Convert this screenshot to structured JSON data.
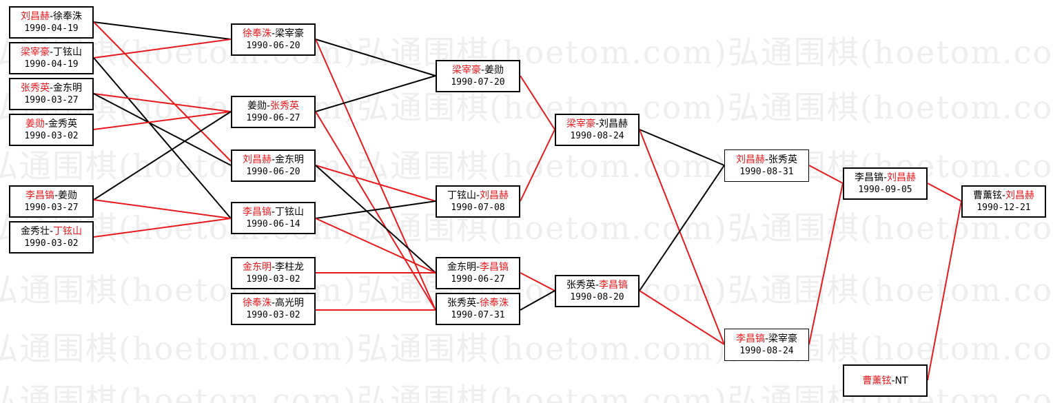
{
  "watermark": "弘通围棋(hoetom.com)",
  "colors": {
    "winner": "#e8191c",
    "loser_line": "#000000",
    "winner_line": "#e8191c"
  },
  "round1": [
    {
      "p1": "刘昌赫",
      "p2": "徐奉洙",
      "winner": 1,
      "date": "1990-04-19"
    },
    {
      "p1": "梁宰豪",
      "p2": "丁铉山",
      "winner": 1,
      "date": "1990-04-19"
    },
    {
      "p1": "张秀英",
      "p2": "金东明",
      "winner": 1,
      "date": "1990-03-27"
    },
    {
      "p1": "姜勋",
      "p2": "金秀英",
      "winner": 1,
      "date": "1990-03-02"
    },
    {
      "p1": "李昌镐",
      "p2": "姜勋",
      "winner": 1,
      "date": "1990-03-27"
    },
    {
      "p1": "金秀壮",
      "p2": "丁铉山",
      "winner": 2,
      "date": "1990-03-02"
    }
  ],
  "round2": [
    {
      "p1": "徐奉洙",
      "p2": "梁宰豪",
      "winner": 1,
      "date": "1990-06-20"
    },
    {
      "p1": "姜勋",
      "p2": "张秀英",
      "winner": 2,
      "date": "1990-06-27"
    },
    {
      "p1": "刘昌赫",
      "p2": "金东明",
      "winner": 1,
      "date": "1990-06-20"
    },
    {
      "p1": "李昌镐",
      "p2": "丁铉山",
      "winner": 1,
      "date": "1990-06-14"
    },
    {
      "p1": "金东明",
      "p2": "李柱龙",
      "winner": 1,
      "date": "1990-03-02"
    },
    {
      "p1": "徐奉洙",
      "p2": "高光明",
      "winner": 1,
      "date": "1990-03-02"
    }
  ],
  "round3": [
    {
      "p1": "梁宰豪",
      "p2": "姜勋",
      "winner": 1,
      "date": "1990-07-20"
    },
    {
      "p1": "丁铉山",
      "p2": "刘昌赫",
      "winner": 2,
      "date": "1990-07-08"
    },
    {
      "p1": "金东明",
      "p2": "李昌镐",
      "winner": 2,
      "date": "1990-06-27"
    },
    {
      "p1": "张秀英",
      "p2": "徐奉洙",
      "winner": 2,
      "date": "1990-07-31"
    }
  ],
  "round4": [
    {
      "p1": "梁宰豪",
      "p2": "刘昌赫",
      "winner": 1,
      "date": "1990-08-24"
    },
    {
      "p1": "张秀英",
      "p2": "李昌镐",
      "winner": 2,
      "date": "1990-08-20"
    }
  ],
  "round5": [
    {
      "p1": "刘昌赫",
      "p2": "张秀英",
      "winner": 1,
      "date": "1990-08-31"
    },
    {
      "p1": "李昌镐",
      "p2": "梁宰豪",
      "winner": 1,
      "date": "1990-08-24"
    }
  ],
  "round6": [
    {
      "p1": "李昌镐",
      "p2": "刘昌赫",
      "winner": 2,
      "date": "1990-09-05"
    },
    {
      "p1": "曹薰铉",
      "p2": "NT",
      "winner": 1,
      "date": ""
    }
  ],
  "final": [
    {
      "p1": "曹薰铉",
      "p2": "刘昌赫",
      "winner": 2,
      "date": "1990-12-21"
    }
  ]
}
